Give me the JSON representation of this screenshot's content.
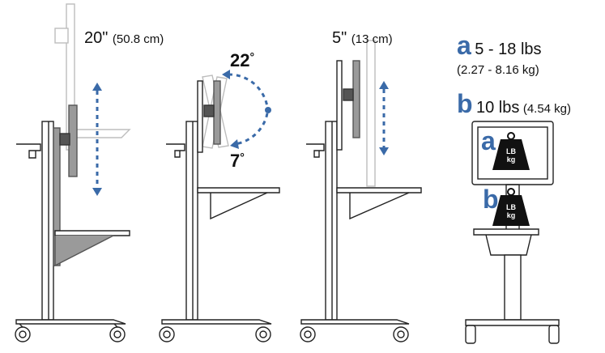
{
  "colors": {
    "accent": "#3a6aa8",
    "line": "#222222",
    "ghost": "#bdbdbd",
    "plate": "#9a9a9a"
  },
  "height_adjust": {
    "main": "20\"",
    "metric": "(50.8 cm)"
  },
  "tilt": {
    "up": "22",
    "down": "7",
    "degree": "°"
  },
  "small_adjust": {
    "main": "5\"",
    "metric": "(13 cm)"
  },
  "capacity": {
    "a": {
      "letter": "a",
      "main": "5 - 18 lbs",
      "metric": "(2.27 - 8.16 kg)"
    },
    "b": {
      "letter": "b",
      "main": "10 lbs",
      "metric": "(4.54 kg)"
    }
  },
  "weight_icon": {
    "line1": "LB",
    "line2": "kg"
  },
  "icons": [
    "weight-icon",
    "arrow-icon",
    "cart-icon"
  ]
}
